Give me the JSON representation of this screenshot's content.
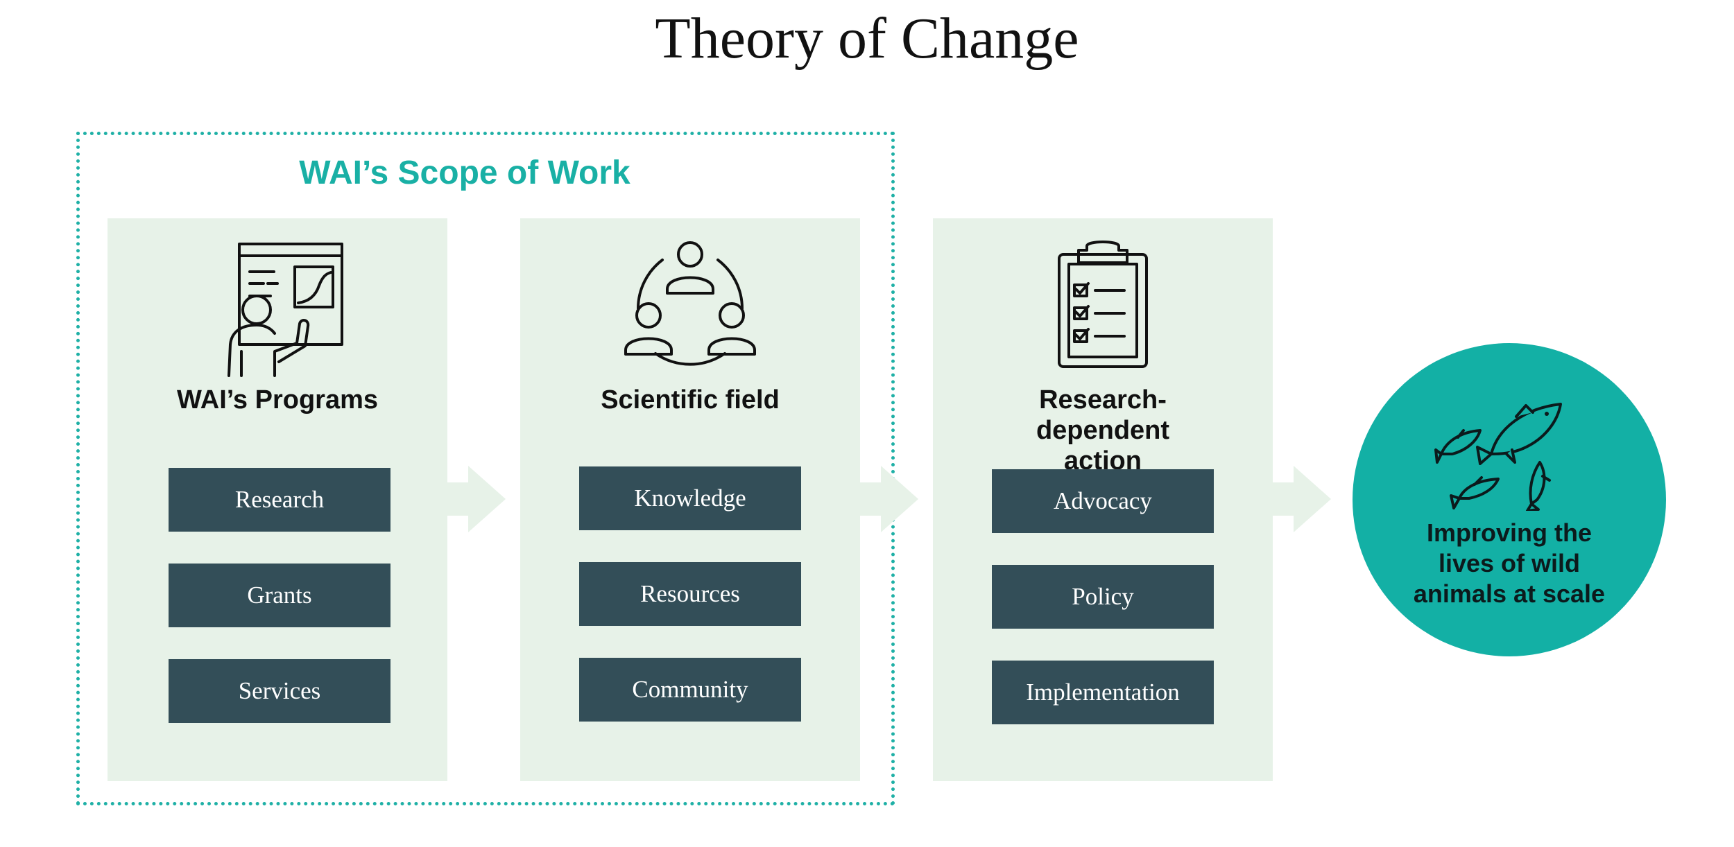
{
  "title": "Theory of Change",
  "scope": {
    "title": "WAI’s Scope of Work"
  },
  "panels": [
    {
      "title": "WAI’s Programs",
      "icon": "presenter-chart-icon",
      "items": [
        "Research",
        "Grants",
        "Services"
      ]
    },
    {
      "title": "Scientific field",
      "icon": "community-circle-icon",
      "items": [
        "Knowledge",
        "Resources",
        "Community"
      ]
    },
    {
      "title": "Research-dependent action",
      "icon": "clipboard-checklist-icon",
      "items": [
        "Advocacy",
        "Policy",
        "Implementation"
      ]
    }
  ],
  "outcome": {
    "text": "Improving the lives of wild animals at scale",
    "icon": "fish-school-icon"
  },
  "colors": {
    "accent": "#13b0a5",
    "panel": "#e7f2e8",
    "box": "#334e58"
  }
}
